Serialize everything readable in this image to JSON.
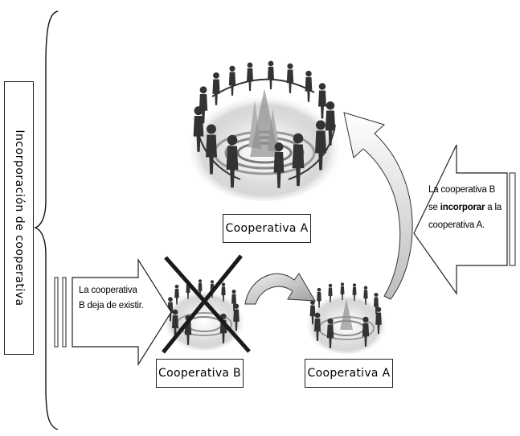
{
  "title": "Incorporación de cooperativa",
  "labels": {
    "coop_a_top": "Cooperativa A",
    "coop_b": "Cooperativa B",
    "coop_a_bottom": "Cooperativa A"
  },
  "notes": {
    "left_line1": "La cooperativa",
    "left_line2": "B deja de existir.",
    "right_line1": "La cooperativa B",
    "right_line2_pre": "se ",
    "right_line2_bold": "incorporar",
    "right_line2_post": " a la",
    "right_line3": "cooperativa A."
  },
  "icons": {
    "people_circle": "people-circle-icon",
    "cross": "x-mark-icon"
  }
}
